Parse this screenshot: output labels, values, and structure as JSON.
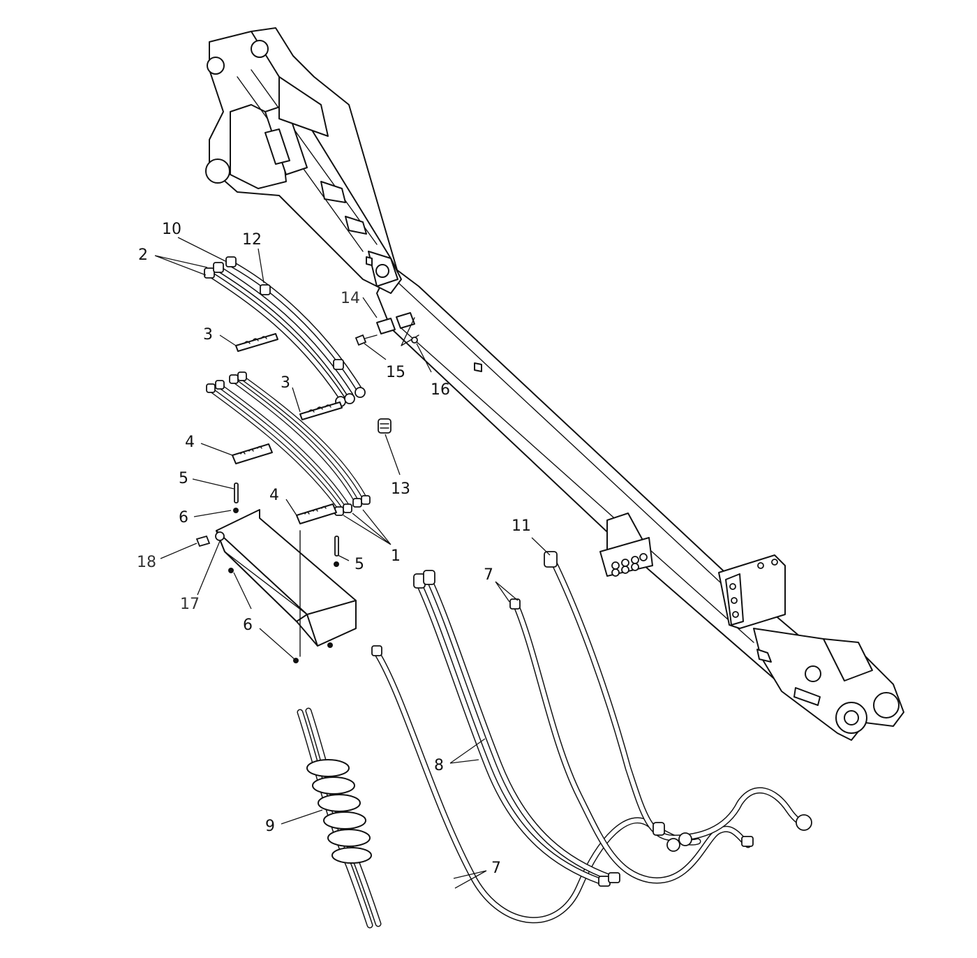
{
  "callouts": [
    {
      "id": "c1",
      "text": "1"
    },
    {
      "id": "c2",
      "text": "2"
    },
    {
      "id": "c3a",
      "text": "3"
    },
    {
      "id": "c3b",
      "text": "3"
    },
    {
      "id": "c4a",
      "text": "4"
    },
    {
      "id": "c4b",
      "text": "4"
    },
    {
      "id": "c5a",
      "text": "5"
    },
    {
      "id": "c5b",
      "text": "5"
    },
    {
      "id": "c6a",
      "text": "6"
    },
    {
      "id": "c6b",
      "text": "6"
    },
    {
      "id": "c7a",
      "text": "7"
    },
    {
      "id": "c7b",
      "text": "7"
    },
    {
      "id": "c8",
      "text": "8"
    },
    {
      "id": "c9",
      "text": "9"
    },
    {
      "id": "c10",
      "text": "10"
    },
    {
      "id": "c11",
      "text": "11"
    },
    {
      "id": "c12",
      "text": "12"
    },
    {
      "id": "c13",
      "text": "13"
    },
    {
      "id": "c14",
      "text": "14"
    },
    {
      "id": "c15",
      "text": "15"
    },
    {
      "id": "c16",
      "text": "16"
    },
    {
      "id": "c17",
      "text": "17"
    },
    {
      "id": "c18",
      "text": "18"
    }
  ]
}
